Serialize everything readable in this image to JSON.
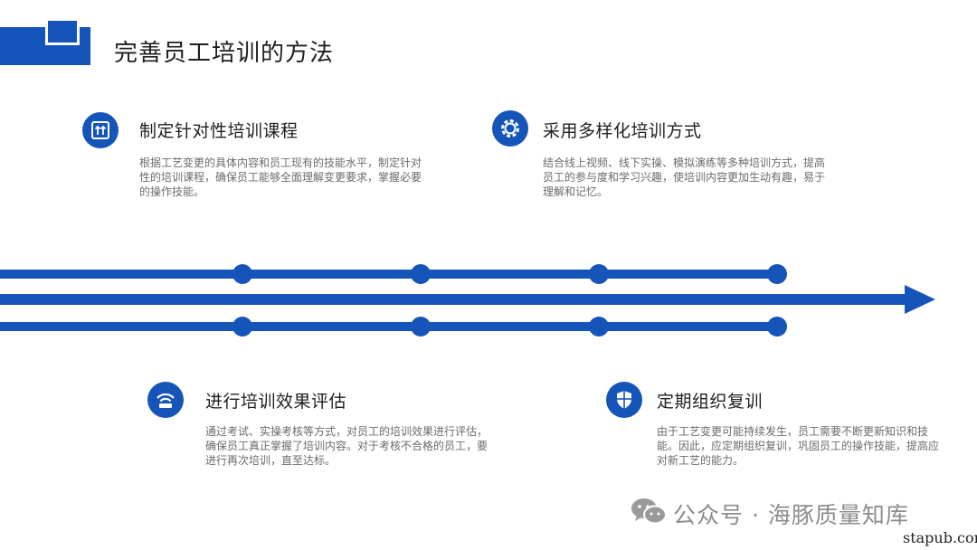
{
  "page": {
    "title": "完善员工培训的方法"
  },
  "sections": [
    {
      "icon": "upload-box-icon",
      "title": "制定针对性培训课程",
      "body": "根据工艺变更的具体内容和员工现有的技能水平，制定针对性的培训课程，确保员工能够全面理解变更要求，掌握必要的操作技能。"
    },
    {
      "icon": "gear-icon",
      "title": "采用多样化培训方式",
      "body": "结合线上视频、线下实操、模拟演练等多种培训方式，提高员工的参与度和学习兴趣，使培训内容更加生动有趣，易于理解和记忆。"
    },
    {
      "icon": "wifi-icon",
      "title": "进行培训效果评估",
      "body": "通过考试、实操考核等方式，对员工的培训效果进行评估，确保员工真正掌握了培训内容。对于考核不合格的员工，要进行再次培训，直至达标。"
    },
    {
      "icon": "shield-icon",
      "title": "定期组织复训",
      "body": "由于工艺变更可能持续发生，员工需要不断更新知识和技能。因此，应定期组织复训，巩固员工的操作技能，提高应对新工艺的能力。"
    }
  ],
  "watermark": {
    "text": "公众号 · 海豚质量知库",
    "site": "stapub.com"
  },
  "colors": {
    "accent": "#1554b8",
    "body_text": "#6b6b6b"
  }
}
